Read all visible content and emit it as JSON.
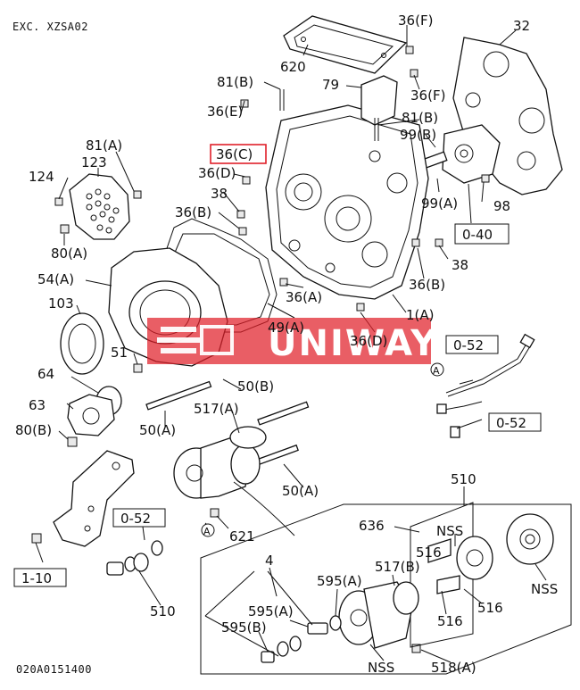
{
  "header": {
    "code": "EXC. XZSA02"
  },
  "footer": {
    "code": "020A0151400"
  },
  "watermark": {
    "text": "UNIWAY",
    "color": "#e0202a"
  },
  "labels": {
    "p620": "620",
    "p36f_top": "36(F)",
    "p32": "32",
    "p79": "79",
    "p36f_mid": "36(F)",
    "p81b_top": "81(B)",
    "p81b_mid": "81(B)",
    "p36e": "36(E)",
    "p99b": "99(B)",
    "p36c": "36(C)",
    "p36d_top": "36(D)",
    "p81a": "81(A)",
    "p123": "123",
    "p124": "124",
    "p38_left": "38",
    "p36b_left": "36(B)",
    "p99a": "99(A)",
    "p98": "98",
    "p040": "0-40",
    "p80a": "80(A)",
    "p38_right": "38",
    "p54a": "54(A)",
    "p36a_mid": "36(A)",
    "p36b_right": "36(B)",
    "p103": "103",
    "p49a": "49(A)",
    "p1a": "1(A)",
    "p36d_low": "36(D)",
    "p052_top": "0-52",
    "p51": "51",
    "p64": "64",
    "markA_right": "A",
    "p50b": "50(B)",
    "p63": "63",
    "p517a": "517(A)",
    "p052_mid": "0-52",
    "p80b": "80(B)",
    "p50a_left": "50(A)",
    "p510_top": "510",
    "p50a_right": "50(A)",
    "p052_low": "0-52",
    "markA_mid": "A",
    "p621": "621",
    "p636": "636",
    "pNSS_top": "NSS",
    "p516_a": "516",
    "p4": "4",
    "p517b": "517(B)",
    "p595a_top": "595(A)",
    "p110": "1-10",
    "p510_low": "510",
    "p595a": "595(A)",
    "p595b": "595(B)",
    "pNSS_right": "NSS",
    "p516_b": "516",
    "p516_c": "516",
    "pNSS_bot": "NSS",
    "p518a": "518(A)"
  }
}
